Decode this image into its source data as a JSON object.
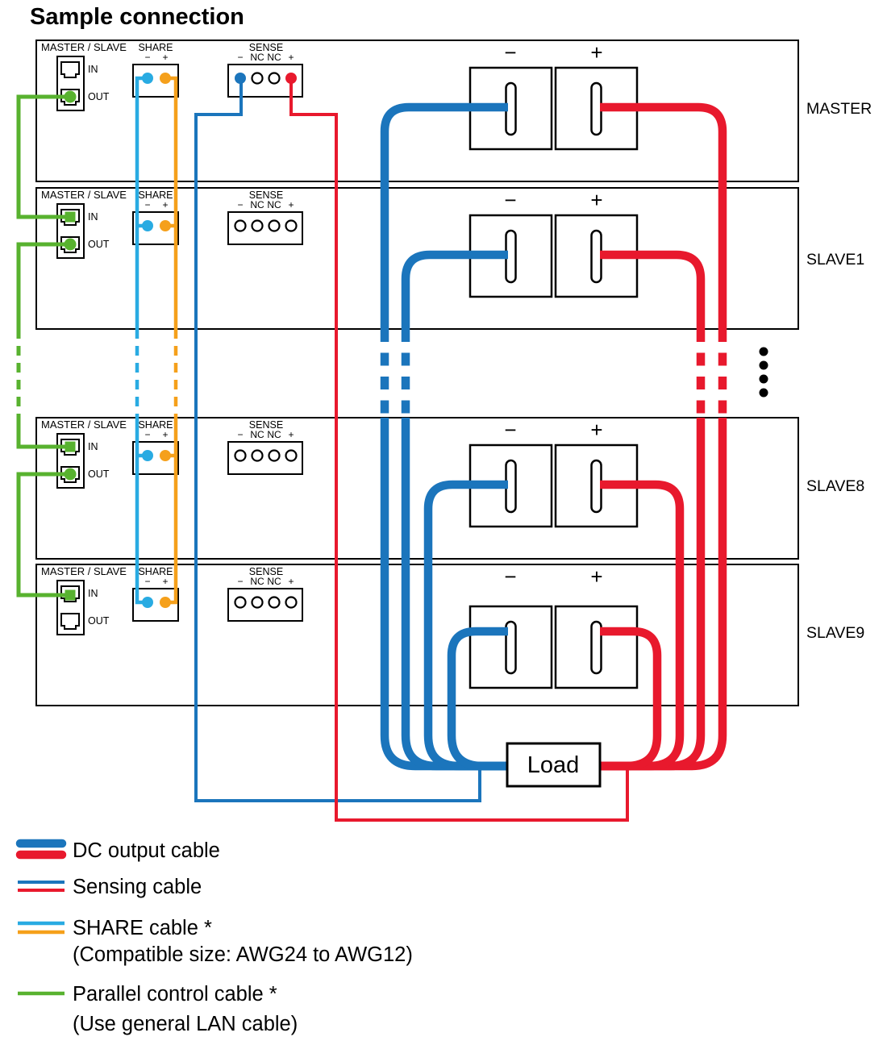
{
  "title": "Sample connection",
  "units": [
    {
      "name": "MASTER"
    },
    {
      "name": "SLAVE1"
    },
    {
      "name": "SLAVE8"
    },
    {
      "name": "SLAVE9"
    }
  ],
  "labels": {
    "master_slave": "MASTER / SLAVE",
    "in": "IN",
    "out": "OUT",
    "share": "SHARE",
    "sense": "SENSE",
    "minus": "−",
    "plus": "+",
    "nc": "NC"
  },
  "load": "Load",
  "legend": {
    "items": [
      {
        "label": "DC output cable"
      },
      {
        "label": "Sensing cable"
      },
      {
        "label": "SHARE cable *",
        "note": "(Compatible size: AWG24 to AWG12)"
      },
      {
        "label": "Parallel control cable *",
        "note": "(Use general LAN cable)"
      }
    ]
  },
  "colors": {
    "dc_blue": "#1B75BC",
    "dc_red": "#E8192D",
    "share_cyan": "#29ABE2",
    "share_orange": "#F5A01B",
    "parallel_green": "#58B22F"
  }
}
